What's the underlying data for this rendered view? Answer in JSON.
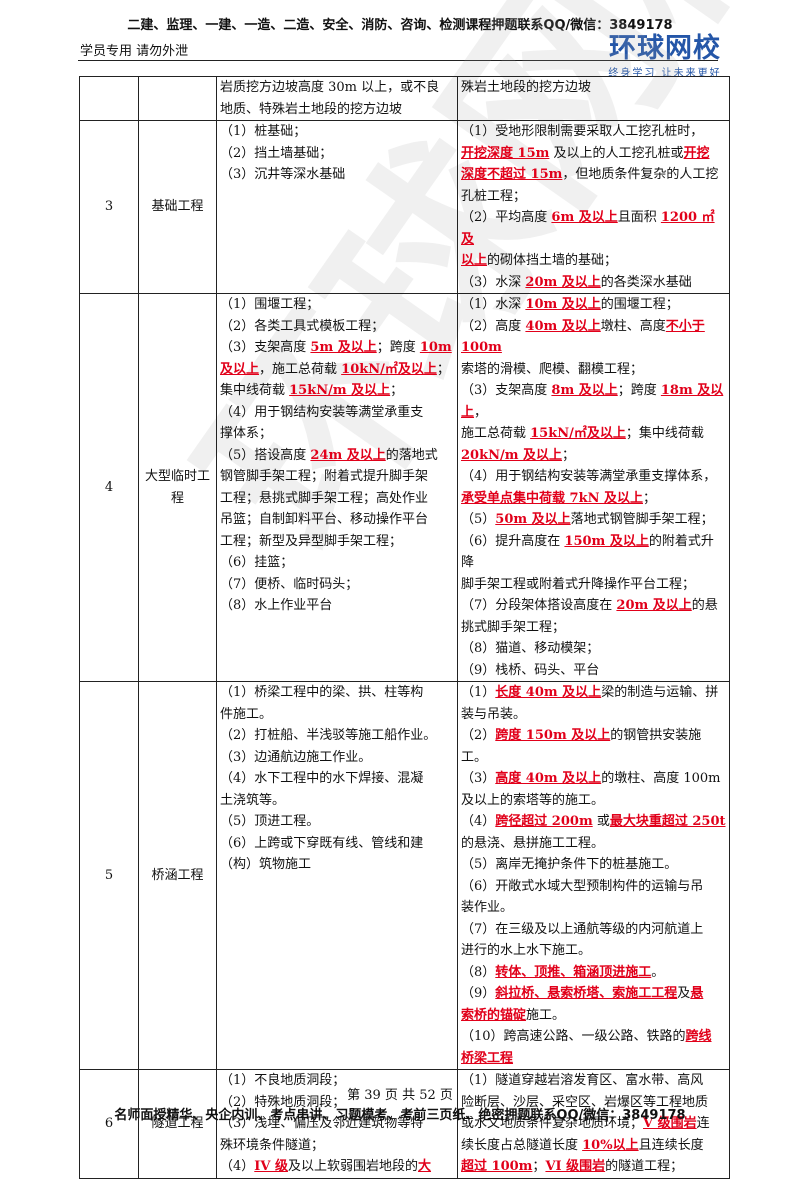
{
  "header": {
    "top_banner": "二建、监理、一建、一造、二造、安全、消防、咨询、检测课程押题联系QQ/微信：3849178",
    "left_text": "学员专用 请勿外泄",
    "logo_main": "环球网校",
    "logo_sub": "终身学习 让未来更好"
  },
  "watermark": "环球网校",
  "rows": [
    {
      "num": "",
      "cat": "",
      "left": [
        [
          {
            "t": "岩质挖方边坡高度 30m 以上，或不良"
          }
        ],
        [
          {
            "t": "地质、特殊岩土地段的挖方边坡"
          }
        ]
      ],
      "right": [
        [
          {
            "t": "殊岩土地段的挖方边坡"
          }
        ]
      ]
    },
    {
      "num": "3",
      "cat": "基础工程",
      "left": [
        [
          {
            "t": "（1）桩基础；"
          }
        ],
        [
          {
            "t": "（2）挡土墙基础；"
          }
        ],
        [
          {
            "t": "（3）沉井等深水基础"
          }
        ]
      ],
      "right": [
        [
          {
            "t": "（1）受地形限制需要采取人工挖孔桩时，"
          }
        ],
        [
          {
            "t": "开挖深度 15m",
            "h": true
          },
          {
            "t": " 及以上的人工挖孔桩或"
          },
          {
            "t": "开挖",
            "h": true
          }
        ],
        [
          {
            "t": "深度不超过 15m",
            "h": true
          },
          {
            "t": "，但地质条件复杂的人工挖"
          }
        ],
        [
          {
            "t": "孔桩工程；"
          }
        ],
        [
          {
            "t": "（2）平均高度 "
          },
          {
            "t": "6m 及以上",
            "h": true
          },
          {
            "t": "且面积 "
          },
          {
            "t": "1200 ㎡及",
            "h": true
          }
        ],
        [
          {
            "t": "以上",
            "h": true
          },
          {
            "t": "的砌体挡土墙的基础；"
          }
        ],
        [
          {
            "t": "（3）水深 "
          },
          {
            "t": "20m 及以上",
            "h": true
          },
          {
            "t": "的各类深水基础"
          }
        ]
      ]
    },
    {
      "num": "4",
      "cat": "大型临时工程",
      "left": [
        [
          {
            "t": "（1）围堰工程；"
          }
        ],
        [
          {
            "t": "（2）各类工具式模板工程；"
          }
        ],
        [
          {
            "t": "（3）支架高度 "
          },
          {
            "t": "5m 及以上",
            "h": true
          },
          {
            "t": "；跨度 "
          },
          {
            "t": "10m",
            "h": true
          }
        ],
        [
          {
            "t": "及以上",
            "h": true
          },
          {
            "t": "，施工总荷载 "
          },
          {
            "t": "10kN/㎡及以上",
            "h": true
          },
          {
            "t": "；"
          }
        ],
        [
          {
            "t": "集中线荷载 "
          },
          {
            "t": "15kN/m 及以上",
            "h": true
          },
          {
            "t": "；"
          }
        ],
        [
          {
            "t": "（4）用于钢结构安装等满堂承重支"
          }
        ],
        [
          {
            "t": "撑体系；"
          }
        ],
        [
          {
            "t": "（5）搭设高度 "
          },
          {
            "t": "24m 及以上",
            "h": true
          },
          {
            "t": "的落地式"
          }
        ],
        [
          {
            "t": "钢管脚手架工程；附着式提升脚手架"
          }
        ],
        [
          {
            "t": "工程；悬挑式脚手架工程；高处作业"
          }
        ],
        [
          {
            "t": "吊篮；自制卸料平台、移动操作平台"
          }
        ],
        [
          {
            "t": "工程；新型及异型脚手架工程；"
          }
        ],
        [
          {
            "t": "（6）挂篮；"
          }
        ],
        [
          {
            "t": "（7）便桥、临时码头；"
          }
        ],
        [
          {
            "t": "（8）水上作业平台"
          }
        ]
      ],
      "right": [
        [
          {
            "t": "（1）水深 "
          },
          {
            "t": "10m 及以上",
            "h": true
          },
          {
            "t": "的围堰工程；"
          }
        ],
        [
          {
            "t": "（2）高度 "
          },
          {
            "t": "40m 及以上",
            "h": true
          },
          {
            "t": "墩柱、高度"
          },
          {
            "t": "不小于 100m",
            "h": true
          }
        ],
        [
          {
            "t": "索塔的滑模、爬模、翻模工程；"
          }
        ],
        [
          {
            "t": "（3）支架高度 "
          },
          {
            "t": "8m 及以上",
            "h": true
          },
          {
            "t": "；跨度 "
          },
          {
            "t": "18m 及以上",
            "h": true
          },
          {
            "t": "，"
          }
        ],
        [
          {
            "t": "施工总荷载 "
          },
          {
            "t": "15kN/㎡及以上",
            "h": true
          },
          {
            "t": "；集中线荷载"
          }
        ],
        [
          {
            "t": "20kN/m 及以上",
            "h": true
          },
          {
            "t": "；"
          }
        ],
        [
          {
            "t": "（4）用于钢结构安装等满堂承重支撑体系，"
          }
        ],
        [
          {
            "t": "承受单点集中荷载 7kN 及以上",
            "h": true
          },
          {
            "t": "；"
          }
        ],
        [
          {
            "t": "（5）"
          },
          {
            "t": "50m 及以上",
            "h": true
          },
          {
            "t": "落地式钢管脚手架工程；"
          }
        ],
        [
          {
            "t": "（6）提升高度在 "
          },
          {
            "t": "150m 及以上",
            "h": true
          },
          {
            "t": "的附着式升降"
          }
        ],
        [
          {
            "t": "脚手架工程或附着式升降操作平台工程；"
          }
        ],
        [
          {
            "t": "（7）分段架体搭设高度在 "
          },
          {
            "t": "20m 及以上",
            "h": true
          },
          {
            "t": "的悬"
          }
        ],
        [
          {
            "t": "挑式脚手架工程；"
          }
        ],
        [
          {
            "t": "（8）猫道、移动模架；"
          }
        ],
        [
          {
            "t": "（9）栈桥、码头、平台"
          }
        ]
      ]
    },
    {
      "num": "5",
      "cat": "桥涵工程",
      "left": [
        [
          {
            "t": "（1）桥梁工程中的梁、拱、柱等构"
          }
        ],
        [
          {
            "t": "件施工。"
          }
        ],
        [
          {
            "t": "（2）打桩船、半浅驳等施工船作业。"
          }
        ],
        [
          {
            "t": "（3）边通航边施工作业。"
          }
        ],
        [
          {
            "t": "（4）水下工程中的水下焊接、混凝"
          }
        ],
        [
          {
            "t": "土浇筑等。"
          }
        ],
        [
          {
            "t": "（5）顶进工程。"
          }
        ],
        [
          {
            "t": "（6）上跨或下穿既有线、管线和建"
          }
        ],
        [
          {
            "t": "（构）筑物施工"
          }
        ]
      ],
      "right": [
        [
          {
            "t": "（1）"
          },
          {
            "t": "长度 40m 及以上",
            "h": true
          },
          {
            "t": "梁的制造与运输、拼"
          }
        ],
        [
          {
            "t": "装与吊装。"
          }
        ],
        [
          {
            "t": "（2）"
          },
          {
            "t": "跨度 150m 及以上",
            "h": true
          },
          {
            "t": "的钢管拱安装施工。"
          }
        ],
        [
          {
            "t": "（3）"
          },
          {
            "t": "高度 40m 及以上",
            "h": true
          },
          {
            "t": "的墩柱、高度 100m"
          }
        ],
        [
          {
            "t": "及以上的索塔等的施工。"
          }
        ],
        [
          {
            "t": "（4）"
          },
          {
            "t": "跨径超过 200m",
            "h": true
          },
          {
            "t": " 或"
          },
          {
            "t": "最大块重超过 250t",
            "h": true
          }
        ],
        [
          {
            "t": "的悬浇、悬拼施工工程。"
          }
        ],
        [
          {
            "t": "（5）离岸无掩护条件下的桩基施工。"
          }
        ],
        [
          {
            "t": "（6）开敞式水域大型预制构件的运输与吊"
          }
        ],
        [
          {
            "t": "装作业。"
          }
        ],
        [
          {
            "t": "（7）在三级及以上通航等级的内河航道上"
          }
        ],
        [
          {
            "t": "进行的水上水下施工。"
          }
        ],
        [
          {
            "t": "（8）"
          },
          {
            "t": "转体、顶推、箱涵顶进施工",
            "h": true
          },
          {
            "t": "。"
          }
        ],
        [
          {
            "t": "（9）"
          },
          {
            "t": "斜拉桥、悬索桥塔、索施工工程",
            "h": true
          },
          {
            "t": "及"
          },
          {
            "t": "悬",
            "h": true
          }
        ],
        [
          {
            "t": "索桥的锚碇",
            "h": true
          },
          {
            "t": "施工。"
          }
        ],
        [
          {
            "t": "（10）跨高速公路、一级公路、铁路的"
          },
          {
            "t": "跨线",
            "h": true
          }
        ],
        [
          {
            "t": "桥梁工程",
            "h": true
          }
        ]
      ]
    },
    {
      "num": "6",
      "cat": "隧道工程",
      "left": [
        [
          {
            "t": "（1）不良地质洞段；"
          }
        ],
        [
          {
            "t": "（2）特殊地质洞段；"
          }
        ],
        [
          {
            "t": "（3）浅埋、偏压及邻近建筑物等特"
          }
        ],
        [
          {
            "t": "殊环境条件隧道；"
          }
        ],
        [
          {
            "t": "（4）"
          },
          {
            "t": "IV 级",
            "h": true
          },
          {
            "t": "及以上软弱围岩地段的"
          },
          {
            "t": "大",
            "h": true
          }
        ]
      ],
      "right": [
        [
          {
            "t": "（1）隧道穿越岩溶发育区、富水带、高风"
          }
        ],
        [
          {
            "t": "险断层、沙层、采空区、岩爆区等工程地质"
          }
        ],
        [
          {
            "t": "或水文地质条件复杂地质环境；"
          },
          {
            "t": "V 级围岩",
            "h": true
          },
          {
            "t": "连"
          }
        ],
        [
          {
            "t": "续长度占总隧道长度 "
          },
          {
            "t": "10%以上",
            "h": true
          },
          {
            "t": "且连续长度"
          }
        ],
        [
          {
            "t": "超过 100m",
            "h": true
          },
          {
            "t": "；"
          },
          {
            "t": "VI 级围岩",
            "h": true
          },
          {
            "t": "的隧道工程；"
          }
        ]
      ]
    }
  ],
  "page_number": "第 39 页 共 52 页",
  "footer": "名师面授精华、央企内训、考点串讲、习题模考、考前三页纸、绝密押题联系QQ/微信：3849178"
}
